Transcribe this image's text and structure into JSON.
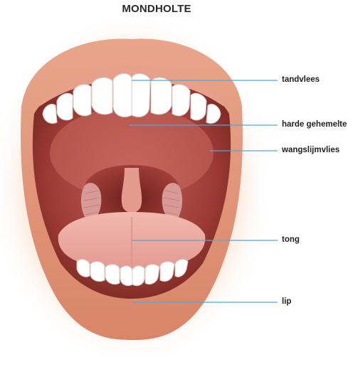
{
  "title": "MONDHOLTE",
  "labels": {
    "gums": "tandvlees",
    "hard_palate": "harde gehemelte",
    "buccal_mucosa": "wangslijmvlies",
    "tongue": "tong",
    "lip": "lip"
  },
  "colors": {
    "glow": "#f9dcc6",
    "skin": "#e8a98f",
    "lip": "#d9896e",
    "mouth_dark": "#8a2f2a",
    "throat": "#b9504a",
    "tongue": "#eaa49c",
    "teeth": "#ffffff",
    "leader_line": "#4fa9d6"
  }
}
